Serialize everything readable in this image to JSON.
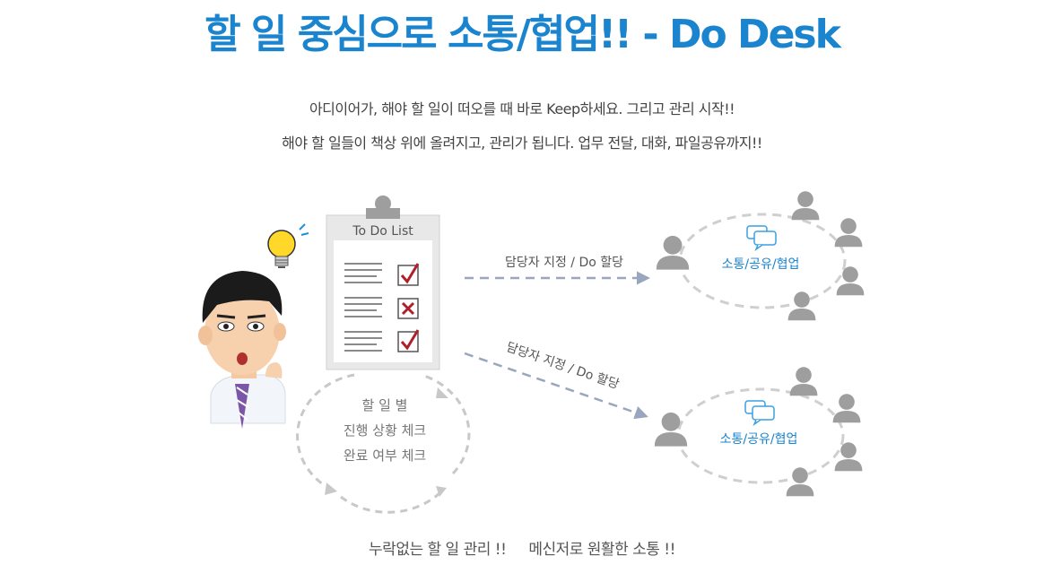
{
  "header": {
    "title": "할 일 중심으로 소통/협업!! - Do Desk",
    "line1": "아디이어가, 해야 할 일이 떠오를 때 바로 Keep하세요. 그리고 관리 시작!!",
    "line2": "해야 할 일들이 책상 위에 올려지고, 관리가 됩니다. 업무 전달, 대화, 파일공유까지!!"
  },
  "todo": {
    "title": "To Do List",
    "cycle": [
      "할 일 별",
      "진행 상황 체크",
      "완료 여부 체크"
    ]
  },
  "arrows": {
    "top": "담당자 지정 / Do 할당",
    "bottom": "담당자 지정 / Do 할당"
  },
  "groups": {
    "top": "소통/공유/협업",
    "bottom": "소통/공유/협업"
  },
  "footer": {
    "left": "누락없는 할 일 관리 !!",
    "right": "메신저로 원활한 소통 !!"
  }
}
